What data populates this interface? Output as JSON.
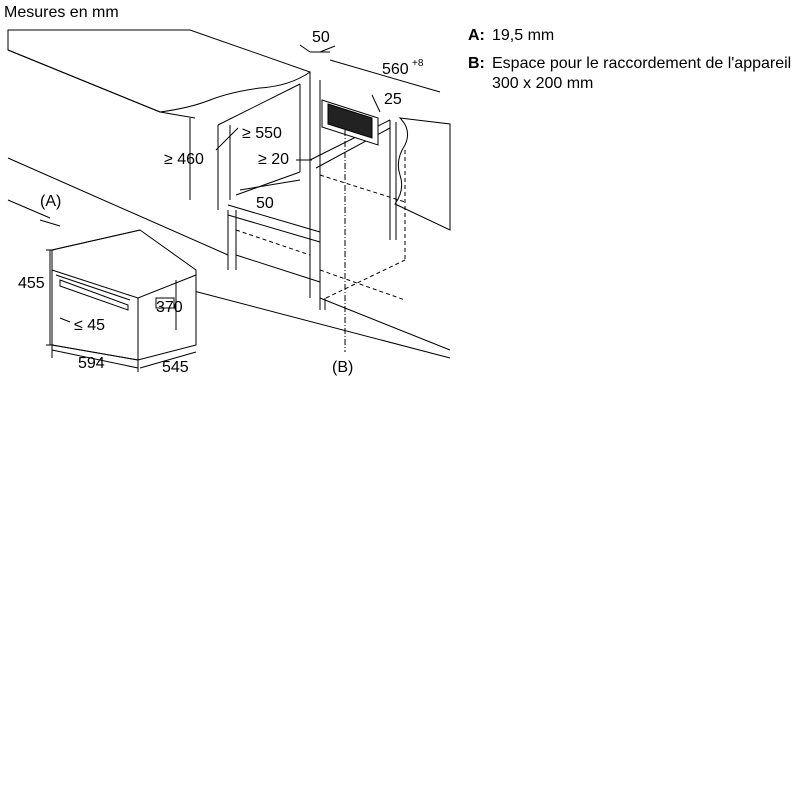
{
  "diagram": {
    "units_label": "Mesures en mm",
    "legend": [
      {
        "key": "A:",
        "text": "19,5 mm"
      },
      {
        "key": "B:",
        "text": "Espace pour le raccordement de l'appareil 300 x 200 mm"
      }
    ],
    "callouts": {
      "a": "(A)",
      "b": "(B)"
    },
    "dimensions": {
      "d50_top": "50",
      "d560": "560",
      "d560_sup": "+8",
      "d25": "25",
      "d550": "≥ 550",
      "d460": "≥ 460",
      "d20": "≥ 20",
      "d50_bottom": "50",
      "d455": "455",
      "d370": "370",
      "d45": "≤ 45",
      "d594": "594",
      "d545": "545"
    }
  }
}
